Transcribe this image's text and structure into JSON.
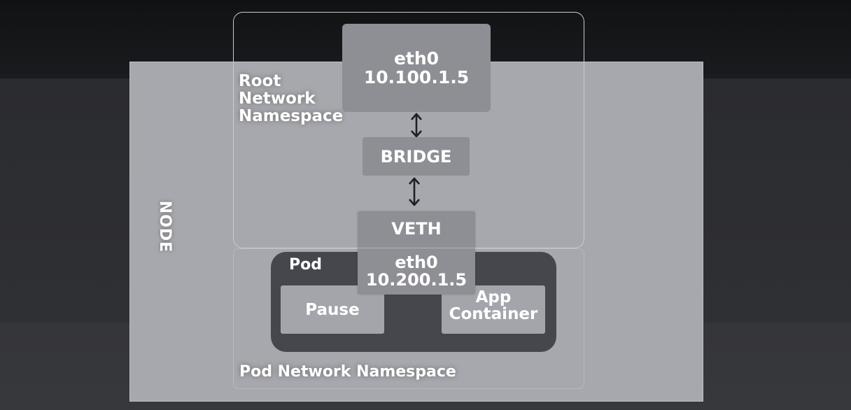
{
  "node": {
    "label": "NODE"
  },
  "root_namespace": {
    "label": "Root\nNetwork\nNamespace"
  },
  "eth0_root": {
    "label": "eth0\n10.100.1.5"
  },
  "bridge": {
    "label": "BRIDGE"
  },
  "veth": {
    "label": "VETH"
  },
  "eth0_pod": {
    "label": "eth0\n10.200.1.5"
  },
  "pod": {
    "label": "Pod"
  },
  "pause": {
    "label": "Pause"
  },
  "app_container": {
    "label": "App\nContainer"
  },
  "pod_namespace": {
    "label": "Pod Network Namespace"
  },
  "colors": {
    "node_fill": "#a7a8ad",
    "box_fill": "#8e8f95",
    "pod_fill": "#46474c",
    "arrow": "#1f2024",
    "text": "#ffffff"
  },
  "icons": {
    "connector": "double-arrow-vertical-icon"
  }
}
